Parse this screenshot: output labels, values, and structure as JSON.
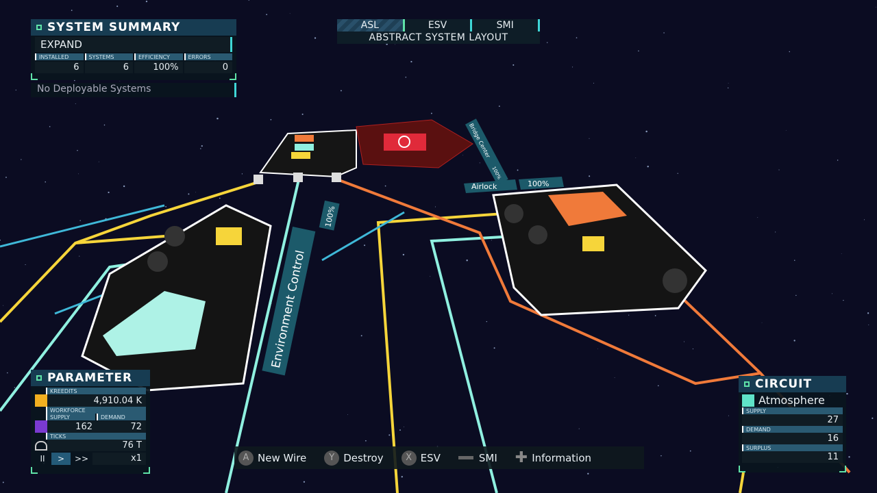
{
  "summary": {
    "title": "SYSTEM SUMMARY",
    "expand": "EXPAND",
    "headers": [
      "INSTALLED",
      "SYSTEMS",
      "EFFICIENCY",
      "ERRORS"
    ],
    "values": [
      "6",
      "6",
      "100%",
      "0"
    ],
    "deploy": "No Deployable Systems"
  },
  "tabs": {
    "items": [
      "ASL",
      "ESV",
      "SMI"
    ],
    "active": "ASL",
    "subtitle": "ABSTRACT SYSTEM LAYOUT"
  },
  "parameter": {
    "title": "PARAMETER",
    "kreedits_label": "KREEDITS",
    "kreedits": "4,910.04 K",
    "workforce_label": "WORKFORCE",
    "supply_label": "SUPPLY",
    "demand_label": "DEMAND",
    "supply": "162",
    "demand": "72",
    "ticks_label": "TICKS",
    "ticks": "76 T",
    "controls": [
      "II",
      ">",
      ">>"
    ],
    "speed": "x1"
  },
  "circuit": {
    "title": "CIRCUIT",
    "name": "Atmosphere",
    "supply_label": "SUPPLY",
    "supply": "27",
    "demand_label": "DEMAND",
    "demand": "16",
    "surplus_label": "SURPLUS",
    "surplus": "11"
  },
  "hints": [
    {
      "key": "A",
      "label": "New Wire"
    },
    {
      "key": "Y",
      "label": "Destroy"
    },
    {
      "key": "X",
      "label": "ESV"
    },
    {
      "key": "",
      "label": "SMI"
    },
    {
      "key": "",
      "label": "Information"
    }
  ],
  "modules": {
    "env": {
      "name": "Environment Control",
      "eff": "100%"
    },
    "airlock": {
      "name": "Airlock",
      "eff": "100%"
    },
    "top": {
      "name": "Bridge Center",
      "eff": "100%"
    }
  },
  "colors": {
    "yellow": "#f6d53a",
    "cyan": "#8ff0e0",
    "orange": "#f07a3a",
    "accent": "#5fe3a8"
  }
}
